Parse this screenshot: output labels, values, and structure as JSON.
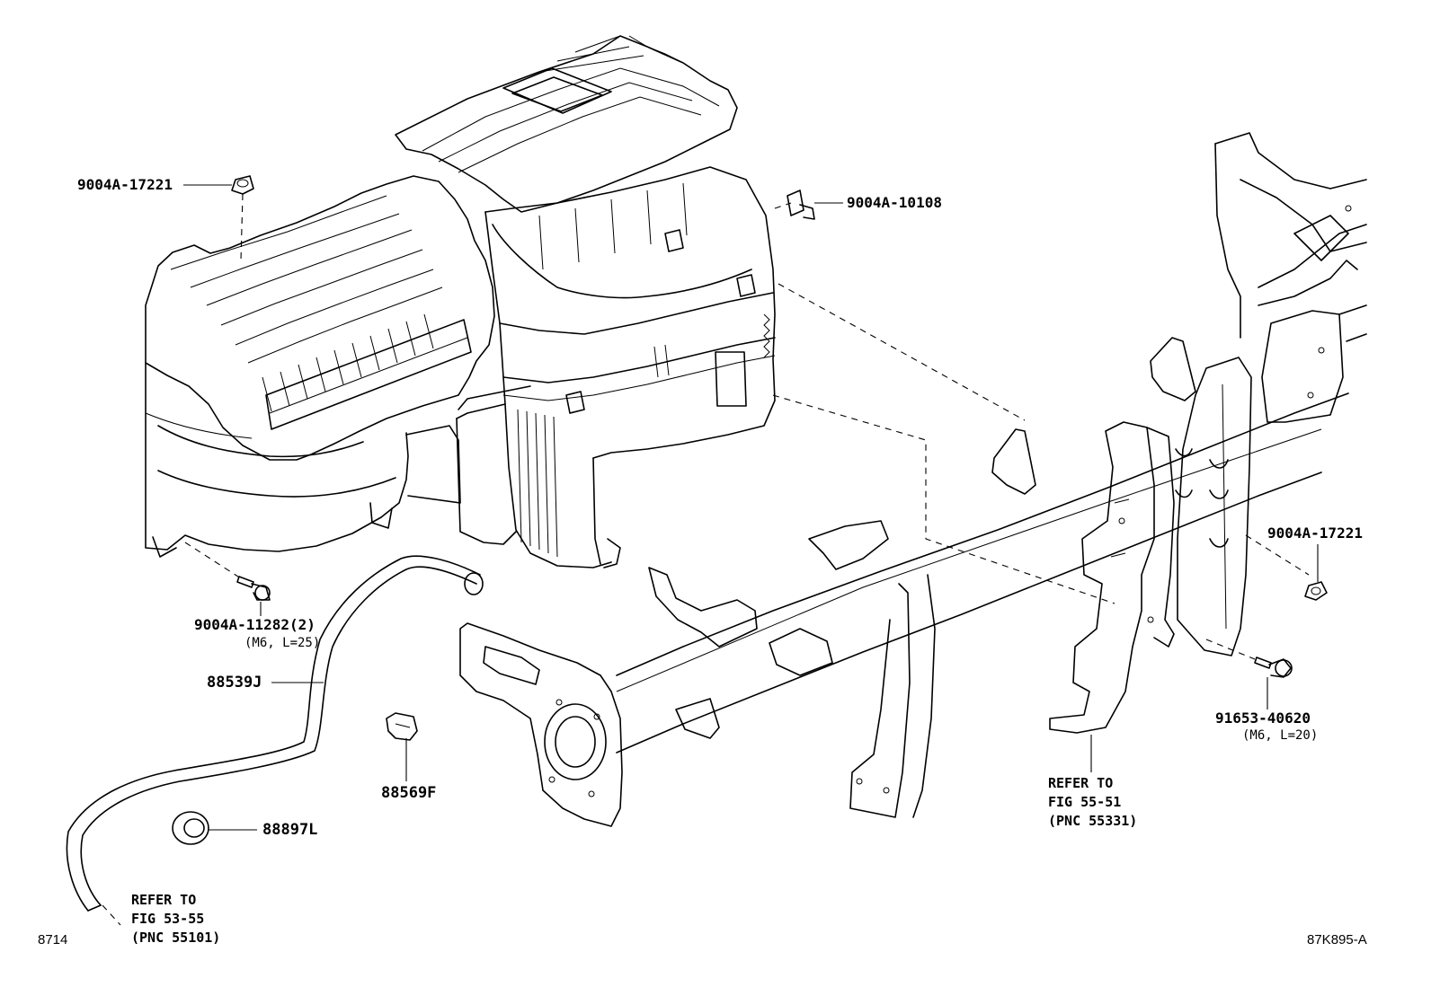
{
  "parts": {
    "nut_top": {
      "number": "9004A-17221"
    },
    "clip": {
      "number": "9004A-10108"
    },
    "bolt_left": {
      "number": "9004A-11282(2)",
      "spec": "(M6, L=25)"
    },
    "hose": {
      "number": "88539J"
    },
    "clamp": {
      "number": "88569F"
    },
    "grommet": {
      "number": "88897L"
    },
    "nut_right": {
      "number": "9004A-17221"
    },
    "bolt_right": {
      "number": "91653-40620",
      "spec": "(M6, L=20)"
    }
  },
  "references": {
    "bracket": {
      "line1": "REFER TO",
      "line2": "FIG 55-51",
      "line3": "(PNC 55331)"
    },
    "hose_end": {
      "line1": "REFER TO",
      "line2": "FIG 53-55",
      "line3": "(PNC 55101)"
    }
  },
  "footer": {
    "left_code": "8714",
    "right_code": "87K895-A"
  }
}
